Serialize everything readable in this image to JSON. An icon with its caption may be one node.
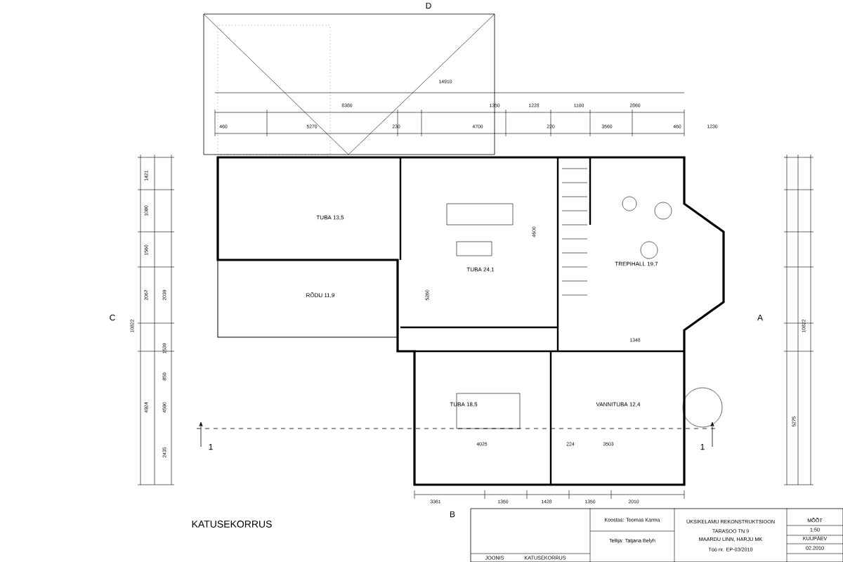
{
  "diagram": {
    "nodes": [
      {
        "text": [
          "TUBA 13,5"
        ]
      },
      {
        "text": [
          "TUBA 24,1"
        ]
      },
      {
        "text": [
          "RÕDU 11,9"
        ]
      },
      {
        "text": [
          "TREPIHALL 19,7"
        ]
      },
      {
        "text": [
          "TUBA 18,5"
        ]
      },
      {
        "text": [
          "VANNITUBA 12,4"
        ]
      }
    ],
    "labels": [
      "D",
      "14910",
      "8380",
      "1350",
      "1228",
      "1100",
      "2860",
      "460",
      "5270",
      "230",
      "4700",
      "220",
      "3560",
      "460",
      "1230",
      "C",
      "A",
      "1421",
      "1080",
      "1560",
      "2067",
      "2039",
      "4924",
      "4590",
      "2435",
      "850",
      "1539",
      "10822",
      "10822",
      "5275",
      "4600",
      "5260",
      "1348",
      "4025",
      "224",
      "3503",
      "1",
      "1",
      "3361",
      "1350",
      "1428",
      "1350",
      "2010",
      "B",
      "KATUSEKORRUS",
      "Koostas: Toomas Karma",
      "Tellija: Tatjana Belyh",
      "ÜKSIKELAMU REKONSTRUKTSIOON",
      "TARASOO TN 9",
      "MAARDU LINN, HARJU MK",
      "Töö nr. EP-03/2010",
      "MÕÕT",
      "1:50",
      "KUUPÄEV",
      "02.2010",
      "JOONIS",
      "KATUSEKORRUS"
    ]
  }
}
